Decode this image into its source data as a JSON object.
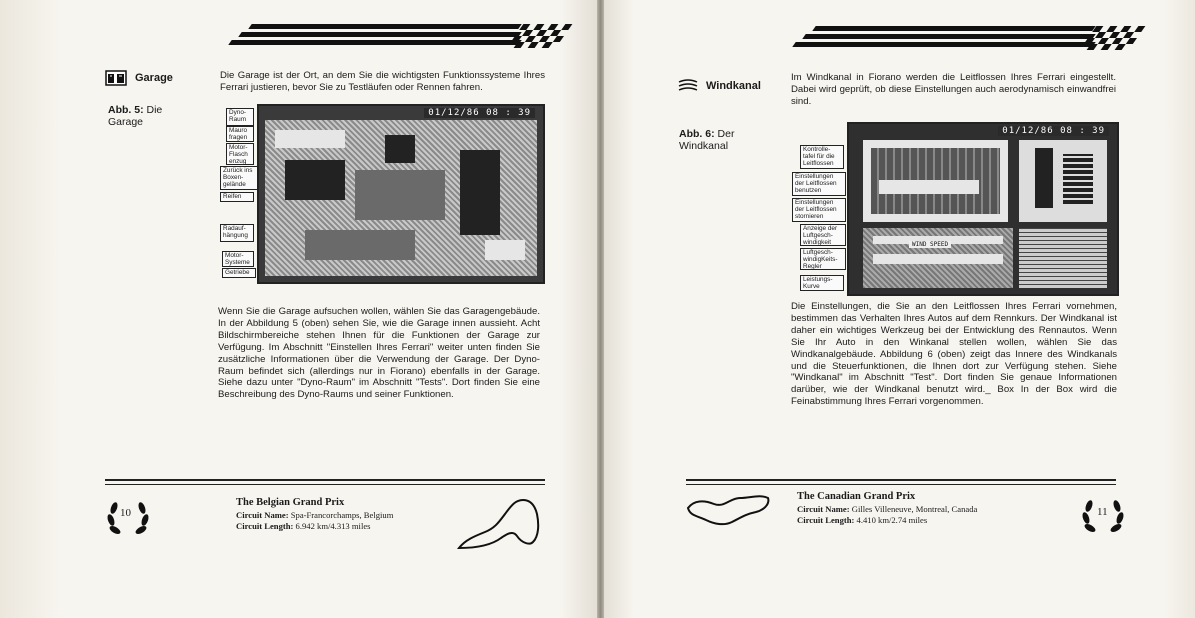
{
  "left_page": {
    "section_title": "Garage",
    "intro": "Die Garage ist der Ort, an dem Sie die wichtigsten Funktionssysteme Ihres Ferrari justieren, bevor Sie zu Testläufen oder Rennen fahren.",
    "figure_label": "Abb. 5:",
    "figure_caption": "Die Garage",
    "screen_time": "01/12/86  08 : 39",
    "callouts": [
      "Dyno-Raum",
      "Mauro fragen",
      "Motor-Flasch enzug",
      "Zurück ins Boxen-gelände",
      "Reifen",
      "Radauf-hängung",
      "Motor-Systeme",
      "Getriebe"
    ],
    "body": "Wenn Sie die Garage aufsuchen wollen, wählen Sie das Garagengebäude. In der Abbildung 5 (oben) sehen Sie, wie die Garage innen aussieht. Acht Bildschirmbereiche stehen Ihnen für die Funktionen der Garage zur Verfügung. Im Abschnitt \"Einstellen Ihres Ferrari\" weiter unten finden Sie zusätzliche Informationen über die Verwendung der Garage. Der Dyno-Raum befindet sich (allerdings nur in Fiorano) ebenfalls in der Garage. Siehe dazu unter \"Dyno-Raum\" im Abschnitt \"Tests\". Dort finden Sie eine Beschreibung des Dyno-Raums und seiner Funktionen.",
    "footer_title": "The Belgian Grand Prix",
    "circuit_name_label": "Circuit Name:",
    "circuit_name": "Spa-Francorchamps, Belgium",
    "circuit_length_label": "Circuit Length:",
    "circuit_length": "6.942 km/4.313 miles",
    "page_number": "10"
  },
  "right_page": {
    "section_title": "Windkanal",
    "intro": "Im Windkanal in Fiorano werden die Leitflossen Ihres Ferrari eingestellt. Dabei wird geprüft, ob diese Einstellungen auch aerodynamisch einwandfrei sind.",
    "figure_label": "Abb. 6:",
    "figure_caption": "Der Windkanal",
    "screen_time": "01/12/86  08 : 39",
    "screen_text": "WIND SPEED",
    "callouts": [
      "Kontrolle-tafel für die Leitflossen",
      "Einstellungen der Leitflossen benutzen",
      "Einstellungen der Leitflossen stornieren",
      "Anzeige der Luftgesch-windigkeit",
      "Luftgesch-windigKeits-Regler",
      "Leistungs-Kurve"
    ],
    "body": "Die Einstellungen, die Sie an den Leitflossen Ihres Ferrari vornehmen, bestimmen das Verhalten Ihres Autos auf dem Rennkurs. Der Windkanal ist daher ein wichtiges Werkzeug bei der Entwicklung des Rennautos. Wenn Sie Ihr Auto in den Winkanal stellen wollen, wählen Sie das Windkanalgebäude. Abbildung 6 (oben) zeigt das Innere des Windkanals und die Steuerfunktionen, die Ihnen dort zur Verfügung stehen. Siehe \"Windkanal\" im Abschnitt \"Test\". Dort finden Sie genaue Informationen darüber, wie der Windkanal benutzt wird._ Box In der Box wird die Feinabstimmung Ihres Ferrari vorgenommen.",
    "footer_title": "The Canadian Grand Prix",
    "circuit_name_label": "Circuit Name:",
    "circuit_name": "Gilles Villeneuve, Montreal, Canada",
    "circuit_length_label": "Circuit Length:",
    "circuit_length": "4.410 km/2.74 miles",
    "page_number": "11"
  },
  "icons": [
    "garage-icon",
    "wind-tunnel-icon",
    "laurel-wreath-icon",
    "track-map-icon",
    "checkered-flag-icon"
  ],
  "colors": {
    "paper": "#f7f5ef",
    "ink": "#1b1b1b",
    "screen_dark": "#3a3a3a"
  }
}
